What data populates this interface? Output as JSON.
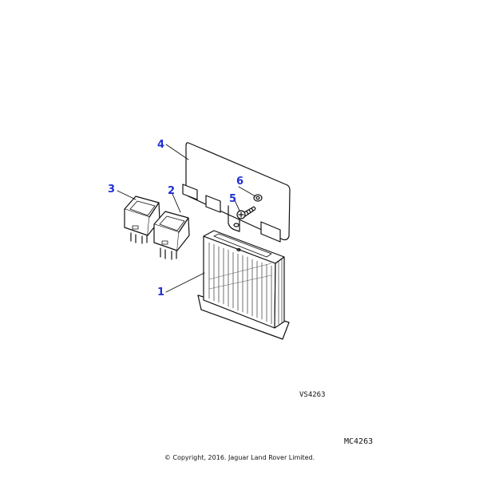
{
  "callouts": {
    "c1": "1",
    "c2": "2",
    "c3": "3",
    "c4": "4",
    "c5": "5",
    "c6": "6"
  },
  "figure_ref": "VS4263",
  "diagram_ref": "MC4263",
  "copyright": "© Copyright, 2016. Jaguar Land Rover Limited.",
  "colors": {
    "callout": "#1f2fd6",
    "line": "#111111"
  }
}
